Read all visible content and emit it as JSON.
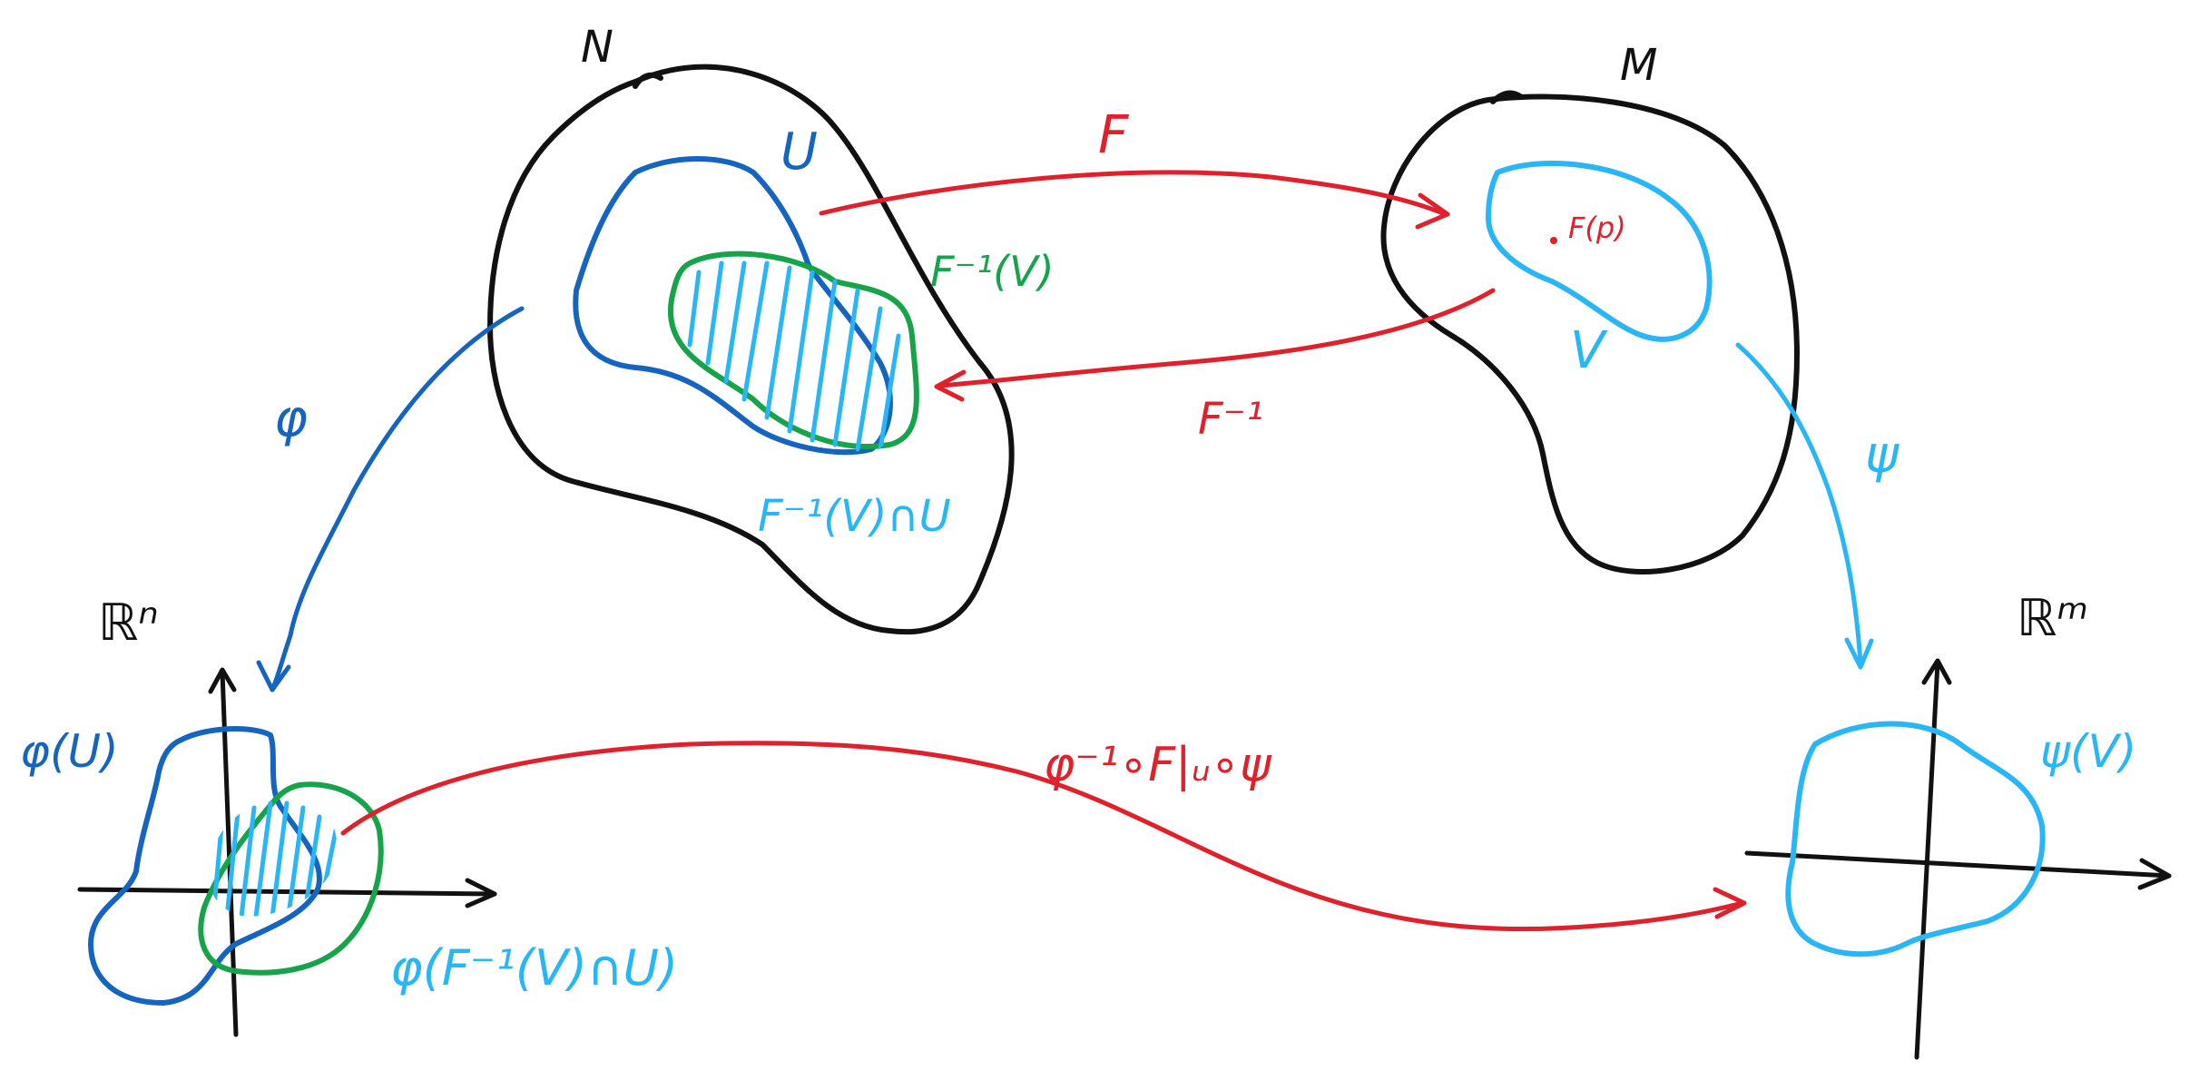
{
  "colors": {
    "black": "#111111",
    "blue": "#1565c0",
    "light_blue": "#29b6f6",
    "green": "#17a34a",
    "red": "#e0202a"
  },
  "labels": {
    "N": "N",
    "M": "M",
    "U": "U",
    "V": "V",
    "F": "F",
    "F_inverse": "F⁻¹",
    "F_inverse_V": "F⁻¹(V)",
    "F_inverse_V_cap_U": "F⁻¹(V)∩U",
    "F_of_p": "F(p)",
    "phi": "φ",
    "psi": "ψ",
    "R_n": "ℝⁿ",
    "R_m": "ℝᵐ",
    "phi_U": "φ(U)",
    "psi_V": "ψ(V)",
    "phi_F_inverse_V_cap_U": "φ(F⁻¹(V)∩U)",
    "composite_map": "φ⁻¹∘F|ᵤ∘ψ"
  }
}
